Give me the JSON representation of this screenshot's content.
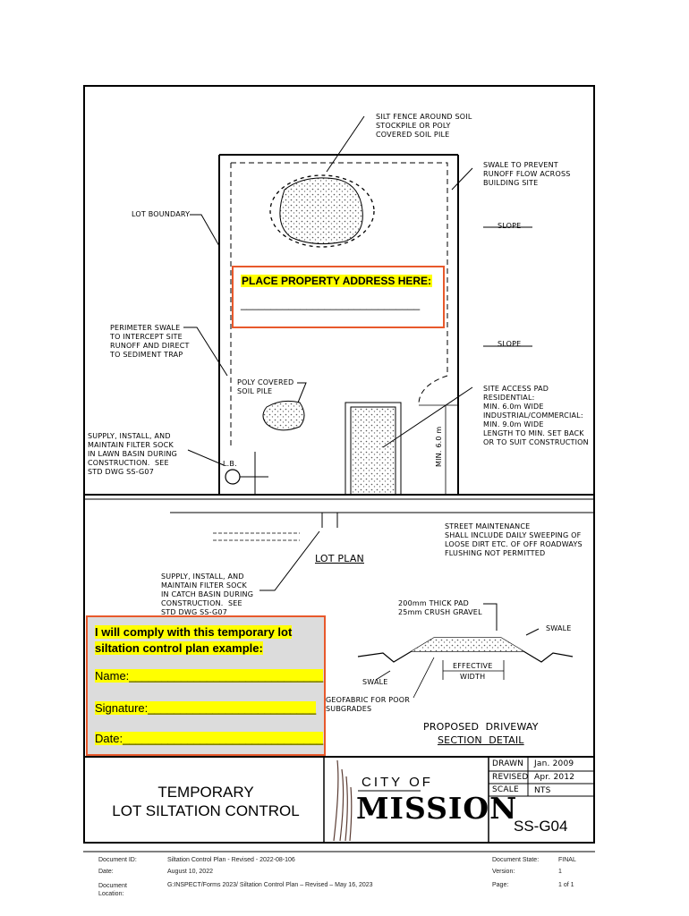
{
  "drawing": {
    "silt_fence_note": "SILT FENCE AROUND SOIL\nSTOCKPILE OR POLY\nCOVERED SOIL PILE",
    "swale_note": "SWALE TO PREVENT\nRUNOFF FLOW ACROSS\nBUILDING SITE",
    "lot_boundary": "LOT BOUNDARY",
    "slope_1": "SLOPE",
    "slope_2": "SLOPE",
    "perimeter_swale_note": "PERIMETER SWALE\nTO INTERCEPT SITE\nRUNOFF AND DIRECT\nTO SEDIMENT TRAP",
    "poly_pile": "POLY COVERED\nSOIL PILE",
    "site_access_note": "SITE ACCESS PAD\nRESIDENTIAL:\nMIN. 6.0m WIDE\nINDUSTRIAL/COMMERCIAL:\nMIN. 9.0m WIDE\nLENGTH TO MIN. SET BACK\nOR TO SUIT CONSTRUCTION",
    "min_dim": "MIN. 6.0 m",
    "lawn_sock_note": "SUPPLY, INSTALL, AND\nMAINTAIN FILTER SOCK\nIN LAWN BASIN DURING\nCONSTRUCTION.  SEE\nSTD DWG SS-G07",
    "lb": "L.B.",
    "street_note": "STREET MAINTENANCE\nSHALL INCLUDE DAILY SWEEPING OF\nLOOSE DIRT ETC. OF OFF ROADWAYS\nFLUSHING NOT PERMITTED",
    "lot_plan": "LOT PLAN",
    "catch_sock_note": "SUPPLY, INSTALL, AND\nMAINTAIN FILTER SOCK\nIN CATCH BASIN DURING\nCONSTRUCTION.  SEE\nSTD DWG SS-G07",
    "pad_note": "200mm THICK PAD\n25mm CRUSH GRAVEL",
    "swale_r": "SWALE",
    "swale_l": "SWALE",
    "effective": "EFFECTIVE",
    "width": "WIDTH",
    "geofabric": "GEOFABRIC FOR POOR\nSUBGRADES",
    "proposed": "PROPOSED  DRIVEWAY",
    "section": "SECTION  DETAIL"
  },
  "address_box": {
    "title": "PLACE PROPERTY ADDRESS HERE:",
    "line": "______________________________"
  },
  "comply_box": {
    "title": "I will comply with this temporary lot siltation control plan example:",
    "name": "Name:______________________________",
    "signature": "Signature:__________________________",
    "date": "Date:_______________________________"
  },
  "title_block": {
    "line1": "TEMPORARY",
    "line2": "LOT SILTATION CONTROL",
    "city_of": "CITY OF",
    "mission": "MISSION",
    "drawn_label": "DRAWN",
    "drawn_value": "Jan. 2009",
    "revised_label": "REVISED",
    "revised_value": "Apr. 2012",
    "scale_label": "SCALE",
    "scale_value": "NTS",
    "sheet_no": "SS-G04"
  },
  "footer": {
    "doc_id_label": "Document ID:",
    "doc_id_value": "Siltation Control Plan - Revised - 2022-08-106",
    "date_label": "Date:",
    "date_value": "August 10, 2022",
    "location_label": "Document\nLocation:",
    "location_value": "G:INSPECT/Forms 2023/ Siltation Control Plan – Revised – May 16, 2023",
    "state_label": "Document State:",
    "state_value": "FINAL",
    "version_label": "Version:",
    "version_value": "1",
    "page_label": "Page:",
    "page_value": "1 of 1"
  },
  "colors": {
    "outline": "#e8592c",
    "highlight": "#ffff00",
    "box_fill": "#dcdcdc"
  }
}
